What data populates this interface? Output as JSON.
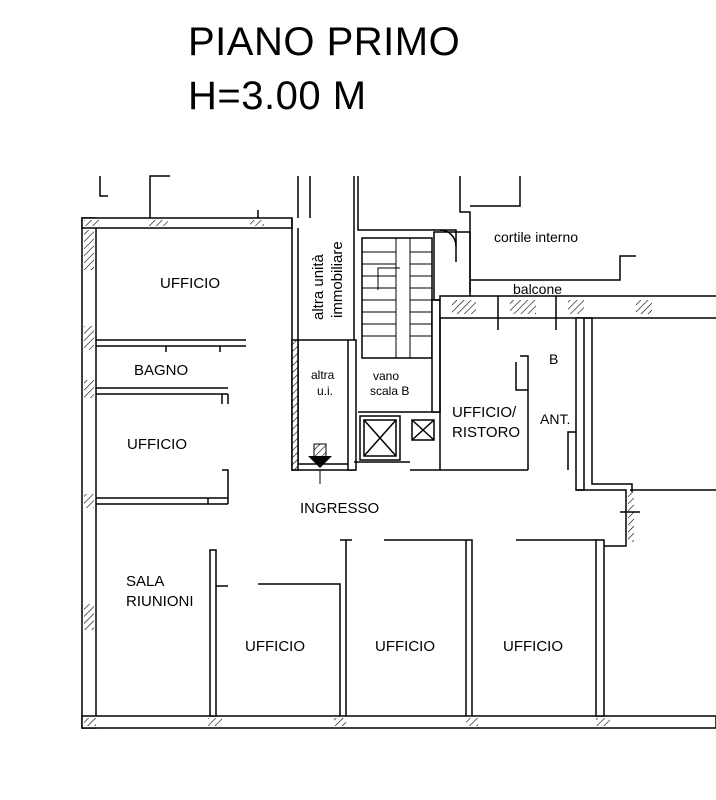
{
  "title": "PIANO PRIMO",
  "height_label": "H=3.00 M",
  "rooms": {
    "ufficio_top_left": "UFFICIO",
    "bagno": "BAGNO",
    "ufficio_mid_left": "UFFICIO",
    "sala_line1": "SALA",
    "sala_line2": "RIUNIONI",
    "ufficio_bottom_1": "UFFICIO",
    "ufficio_bottom_2": "UFFICIO",
    "ufficio_bottom_3": "UFFICIO",
    "ingresso": "INGRESSO",
    "altra_unita_line1": "altra  unità",
    "altra_unita_line2": "immobiliare",
    "altra_ui_line1": "altra",
    "altra_ui_line2": "u.i.",
    "vano_line1": "vano",
    "vano_line2": "scala B",
    "ristoro_line1": "UFFICIO/",
    "ristoro_line2": "RISTORO",
    "ant": "ANT.",
    "b": "B",
    "cortile": "cortile interno",
    "balcone": "balcone"
  }
}
